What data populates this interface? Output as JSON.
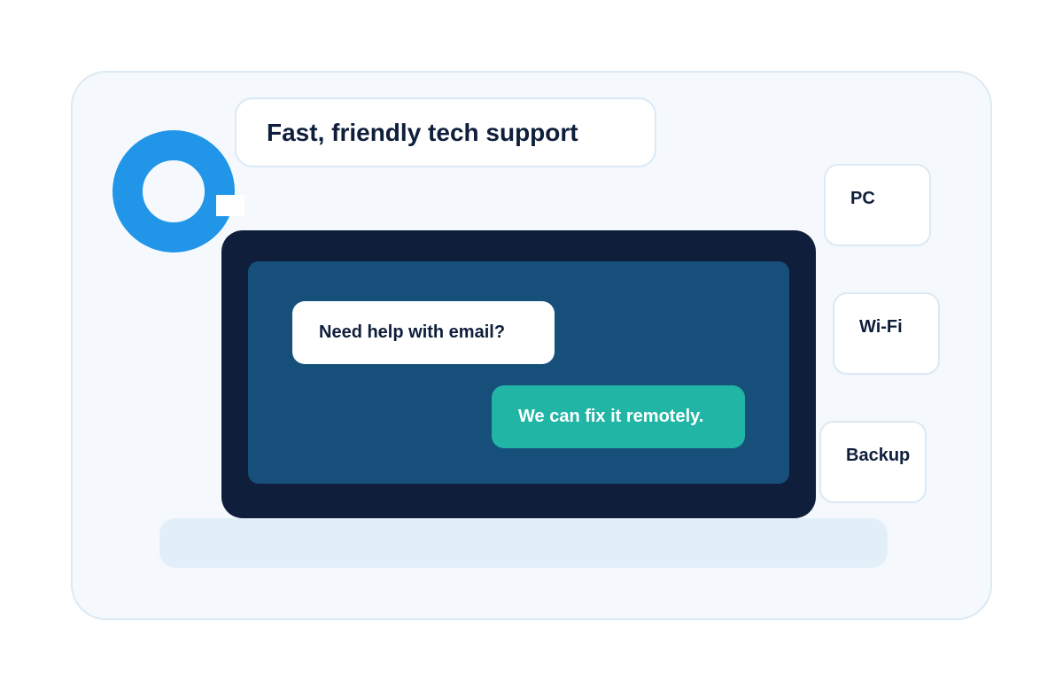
{
  "headline": "Fast, friendly tech support",
  "logo": {
    "icon": "support-ring-logo",
    "color": "#2196e8"
  },
  "chat": {
    "incoming": "Need help with email?",
    "reply": "We can fix it remotely."
  },
  "tags": [
    "PC",
    "Wi-Fi",
    "Backup"
  ],
  "colors": {
    "card_background": "#f5f9fd",
    "card_border": "#dbe9f4",
    "laptop_frame": "#0e1e3b",
    "screen": "#174f7b",
    "reply_bubble": "#21b5a6",
    "text_dark": "#0e1e3b"
  }
}
